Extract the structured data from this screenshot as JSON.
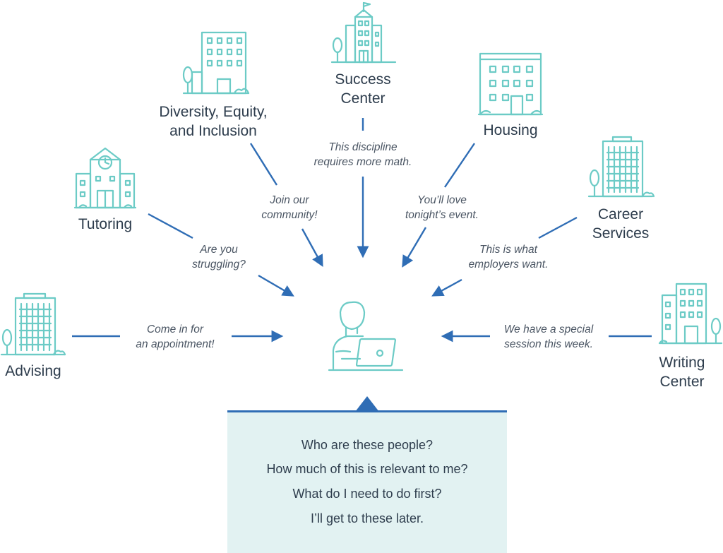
{
  "sources": [
    {
      "id": "success-center",
      "label": "Success\nCenter",
      "message": "This discipline\nrequires more math."
    },
    {
      "id": "dei",
      "label": "Diversity, Equity,\nand Inclusion",
      "message": "Join our\ncommunity!"
    },
    {
      "id": "housing",
      "label": "Housing",
      "message": "You’ll love\ntonight’s event."
    },
    {
      "id": "tutoring",
      "label": "Tutoring",
      "message": "Are you\nstruggling?"
    },
    {
      "id": "career-services",
      "label": "Career\nServices",
      "message": "This is what\nemployers want."
    },
    {
      "id": "advising",
      "label": "Advising",
      "message": "Come in for\nan appointment!"
    },
    {
      "id": "writing-center",
      "label": "Writing\nCenter",
      "message": "We have a special\nsession this week."
    }
  ],
  "questions": [
    "Who are these people?",
    "How much of this is relevant to me?",
    "What do I need to do first?",
    "I’ll get to these later."
  ],
  "colors": {
    "icon": "#6ccbc6",
    "arrow": "#2f6db5",
    "box": "#e2f2f2",
    "text": "#2e3d4d"
  }
}
